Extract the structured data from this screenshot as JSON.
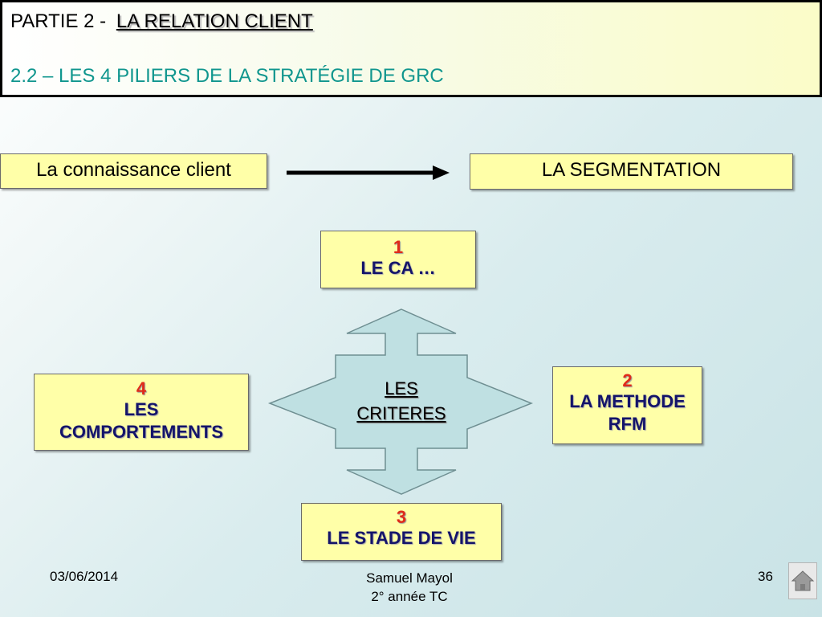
{
  "header": {
    "part_label": "PARTIE 2 -",
    "part_title": "LA RELATION CLIENT",
    "subtitle": "2.2 – LES 4 PILIERS DE LA STRATÉGIE DE GRC"
  },
  "flow": {
    "source_label": "La connaissance client",
    "target_label": "LA SEGMENTATION"
  },
  "center": {
    "line1": "LES",
    "line2": "CRITERES"
  },
  "pillars": {
    "top": {
      "number": "1",
      "line1": "LE CA …"
    },
    "right": {
      "number": "2",
      "line1": "LA METHODE",
      "line2": "RFM"
    },
    "bottom": {
      "number": "3",
      "line1": "LE STADE DE VIE"
    },
    "left": {
      "number": "4",
      "line1": "LES",
      "line2": "COMPORTEMENTS"
    }
  },
  "footer": {
    "date": "03/06/2014",
    "author": "Samuel Mayol",
    "class": "2° année TC",
    "page_number": "36"
  },
  "colors": {
    "box_fill": "#ffffa8",
    "subtitle": "#10968e",
    "number": "#e02b1a",
    "label": "#14146a",
    "cross_fill": "#bfe0e2"
  },
  "icons": {
    "home": "home-icon",
    "arrow": "arrow-right-icon"
  }
}
